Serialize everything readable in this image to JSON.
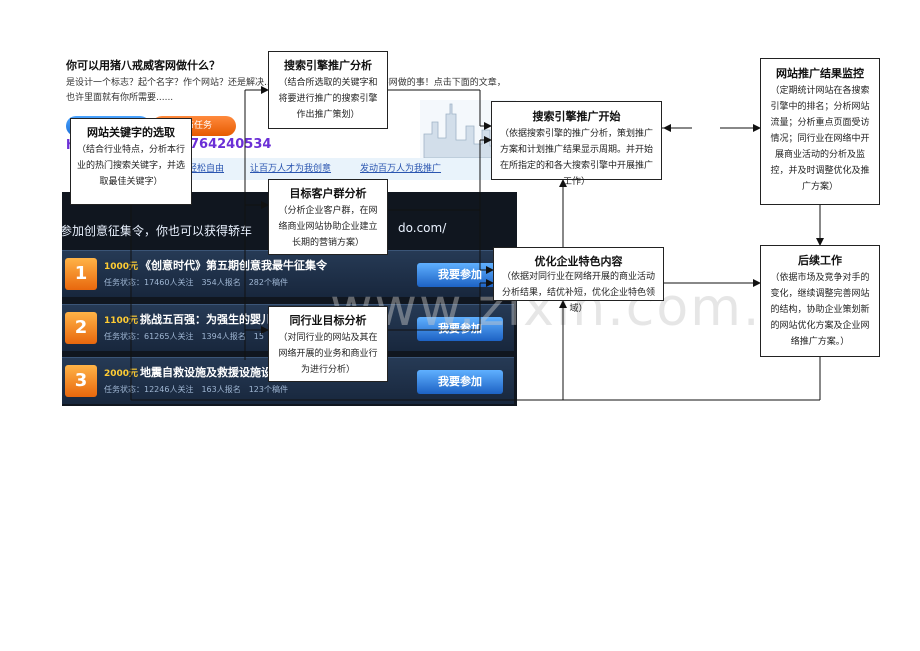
{
  "background_webpage": {
    "headline": "你可以用猪八戒威客网做什么？",
    "description": "是设计一个标志？起个名字？作个网站？还是解决........ 这些你可以用猪八戒威客网做的事！点击下面的文章，也许里面就有你所需要......",
    "publish_button": "发布任务",
    "phone_prefix": "h",
    "phone": "764240534",
    "links": [
      "轻松自由",
      "让百万人才为我创意",
      "发动百万人为我推广"
    ],
    "banner_text": "参加创意征集令，你也可以获得轿车",
    "banner_url": "do.com/",
    "tasks": [
      {
        "rank": "1",
        "amount": "1000元",
        "title": "《创意时代》第五期创意我最牛征集令",
        "meta": "任务状态：17460人关注　354人报名　282个稿件",
        "button": "我要参加"
      },
      {
        "rank": "2",
        "amount": "1100元",
        "title": "挑战五百强：为强生的婴儿",
        "meta": "任务状态：61265人关注　1394人报名　15",
        "button": "我要参加"
      },
      {
        "rank": "3",
        "amount": "2000元",
        "title": "地震自救设施及救援设施设计",
        "meta": "任务状态：12246人关注　163人报名　123个稿件",
        "button": "我要参加"
      }
    ],
    "watermark": "www.zixin.com.cn"
  },
  "flowchart": {
    "keyword": {
      "title": "网站关键字的选取",
      "desc": "（结合行业特点，分析本行业的热门搜索关键字，并选取最佳关键字）"
    },
    "search_analysis": {
      "title": "搜索引擎推广分析",
      "desc": "（结合所选取的关键字和将要进行推广的搜索引擎作出推广策划）"
    },
    "target_customer": {
      "title": "目标客户群分析",
      "desc": "（分析企业客户群，在网络商业网站协助企业建立长期的营销方案）"
    },
    "peer_analysis": {
      "title": "同行业目标分析",
      "desc": "（对同行业的网站及其在网络开展的业务和商业行为进行分析）"
    },
    "search_start": {
      "title": "搜索引擎推广开始",
      "desc": "（依据搜索引擎的推广分析，策划推广方案和计划推广结果显示周期。并开始在所指定的和各大搜索引擎中开展推广工作）"
    },
    "optimize": {
      "title": "优化企业特色内容",
      "desc": "（依据对同行业在网络开展的商业活动分析结果，结优补短，优化企业特色领域）"
    },
    "monitor": {
      "title": "网站推广结果监控",
      "desc": "（定期统计网站在各搜索引擎中的排名；分析网站流量；分析重点页面受访情况；同行业在网络中开展商业活动的分析及监控，并及时调整优化及推广方案）"
    },
    "followup": {
      "title": "后续工作",
      "desc": "（依据市场及竞争对手的变化，继续调整完善网站的结构，协助企业策划新的网站优化方案及企业网络推广方案。）"
    }
  }
}
